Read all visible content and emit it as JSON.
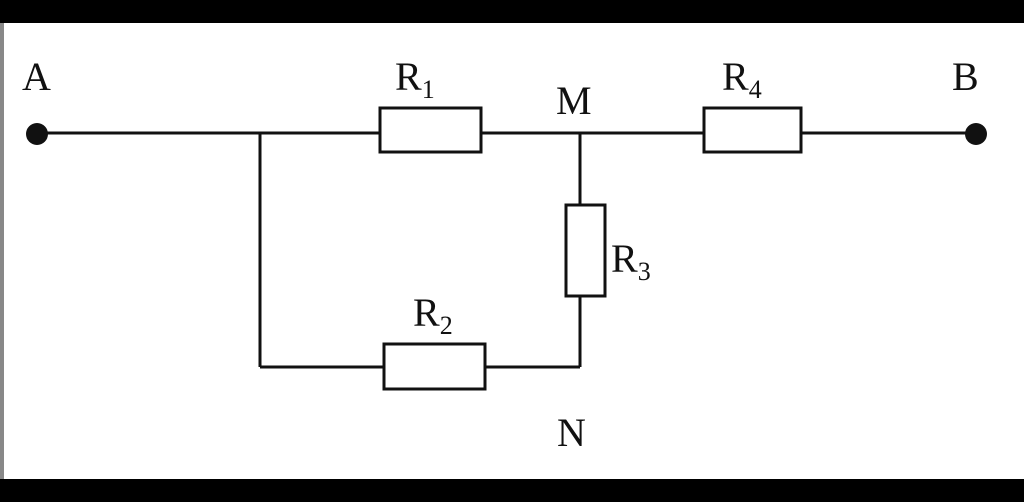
{
  "diagram": {
    "type": "circuit",
    "nodes": {
      "A": "A",
      "B": "B",
      "M": "M",
      "N": "N"
    },
    "resistors": [
      {
        "id": "R1",
        "letter": "R",
        "sub": "1"
      },
      {
        "id": "R2",
        "letter": "R",
        "sub": "2"
      },
      {
        "id": "R3",
        "letter": "R",
        "sub": "3"
      },
      {
        "id": "R4",
        "letter": "R",
        "sub": "4"
      }
    ],
    "colors": {
      "wire": "#111111",
      "background": "#ffffff",
      "frame": "#000000"
    }
  }
}
